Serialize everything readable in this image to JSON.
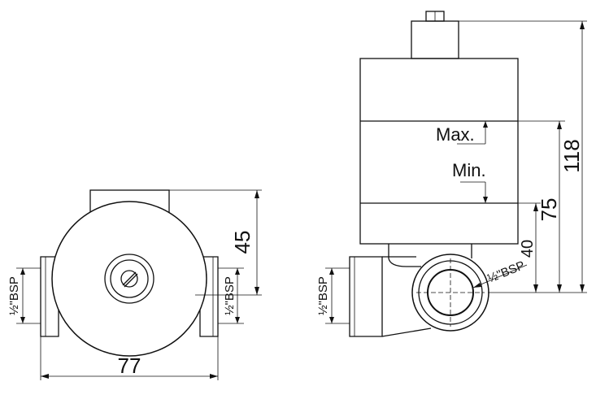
{
  "dimensions": {
    "width_label": "77",
    "height_45_label": "45",
    "height_118_label": "118",
    "height_75_label": "75",
    "height_40_label": "40"
  },
  "labels": {
    "thread_left_a": "½\"BSP",
    "thread_left_b": "½\"BSP",
    "thread_side": "½\"BSP",
    "thread_outlet": "½\"BSP",
    "max_level": "Max.",
    "min_level": "Min."
  }
}
